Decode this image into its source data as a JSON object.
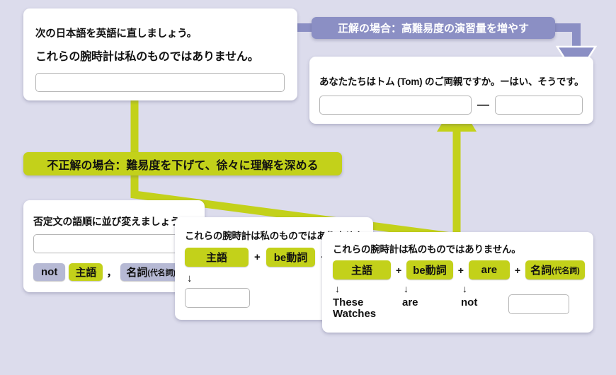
{
  "theme": {
    "background": "#dcdcec",
    "card_background": "#ffffff",
    "accent_green": "#c3d11a",
    "accent_purple": "#8b8fc4",
    "chip_gray": "#b6b9d4",
    "text": "#111111"
  },
  "branch_labels": {
    "correct": "正解の場合：高難易度の演習量を増やす",
    "incorrect": "不正解の場合：難易度を下げて、徐々に理解を深める"
  },
  "cards": {
    "start": {
      "instruction": "次の日本語を英語に直しましょう。",
      "prompt": "これらの腕時計は私のものではありません。",
      "answer_value": "",
      "answer_placeholder": ""
    },
    "harder": {
      "prompt": "あなたたちはトム (Tom) のご両親ですか。ーはい、そうです。",
      "separator": "—",
      "answer_left_value": "",
      "answer_right_value": ""
    },
    "easier_word_order": {
      "instruction": "否定文の語順に並び変えましょう。",
      "answer_value": "",
      "chips": [
        {
          "label": "not",
          "sub": "",
          "style": "gray"
        },
        {
          "label": "主語",
          "sub": "",
          "style": "green"
        },
        {
          "label": "名詞",
          "sub": "(代名詞)",
          "style": "gray"
        }
      ],
      "comma": "，"
    },
    "easier_structure": {
      "prompt": "これらの腕時計は私のものではありません。",
      "chips": [
        {
          "label": "主語",
          "sub": "",
          "style": "green"
        },
        {
          "label": "be動詞",
          "sub": "",
          "style": "green"
        },
        {
          "label": "",
          "sub": "",
          "style": "green"
        }
      ],
      "plus": "+",
      "down_arrow": "↓",
      "answer_value": ""
    },
    "easier_filled": {
      "prompt": "これらの腕時計は私のものではありません。",
      "chips": [
        {
          "label": "主語",
          "sub": "",
          "style": "green"
        },
        {
          "label": "be動詞",
          "sub": "",
          "style": "green"
        },
        {
          "label": "are",
          "sub": "",
          "style": "green"
        },
        {
          "label": "名詞",
          "sub": "(代名詞)",
          "style": "green"
        }
      ],
      "plus": "+",
      "down_arrow": "↓",
      "answers": [
        "These\nWatches",
        "are",
        "not"
      ],
      "answer_line1": "These",
      "answer_line2": "Watches",
      "answer_2": "are",
      "answer_3": "not",
      "answer_blank_value": ""
    }
  }
}
